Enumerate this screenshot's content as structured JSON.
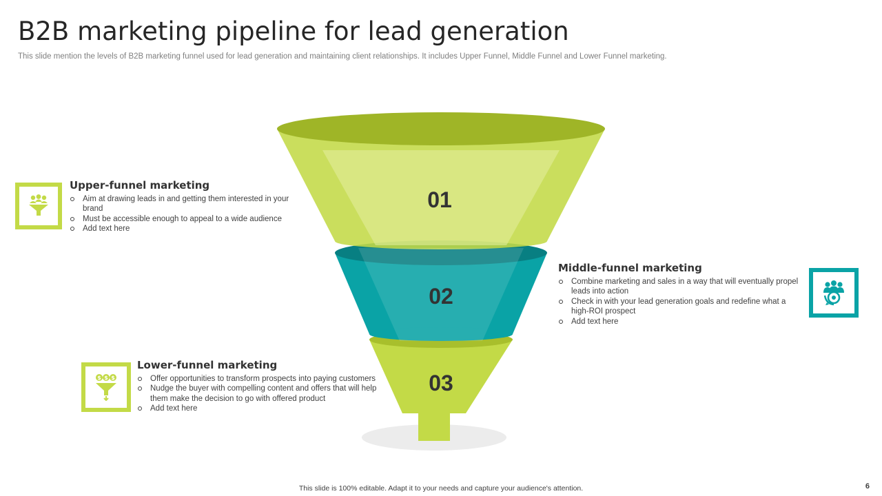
{
  "slide": {
    "title": "B2B marketing pipeline for lead generation",
    "subtitle": "This slide mention the levels of B2B marketing funnel used for lead generation and maintaining client relationships. It includes Upper Funnel, Middle Funnel and Lower Funnel marketing.",
    "footer": "This slide is 100% editable.  Adapt it to your needs and capture your audience's attention.",
    "page_number": "6"
  },
  "colors": {
    "green": "#c3da47",
    "green_dark": "#9fb527",
    "teal": "#0aa3a6",
    "teal_dark": "#087f82"
  },
  "funnel": {
    "stages": [
      {
        "number": "01"
      },
      {
        "number": "02"
      },
      {
        "number": "03"
      }
    ]
  },
  "sections": {
    "upper": {
      "heading": "Upper-funnel marketing",
      "icon": "people-funnel-icon",
      "bullets": [
        "Aim at drawing leads in and getting them interested in your brand",
        "Must be accessible enough to appeal to a wide audience",
        "Add text here"
      ]
    },
    "middle": {
      "heading": "Middle-funnel marketing",
      "icon": "team-target-icon",
      "bullets": [
        "Combine marketing and sales in a way that will eventually propel leads into action",
        "Check in with your lead generation goals and redefine what a high-ROI prospect",
        "Add text here"
      ]
    },
    "lower": {
      "heading": "Lower-funnel marketing",
      "icon": "money-funnel-icon",
      "bullets": [
        "Offer opportunities to transform prospects into paying customers",
        "Nudge the buyer with compelling content and offers that will help them make the decision to go with offered product",
        "Add text here"
      ]
    }
  }
}
